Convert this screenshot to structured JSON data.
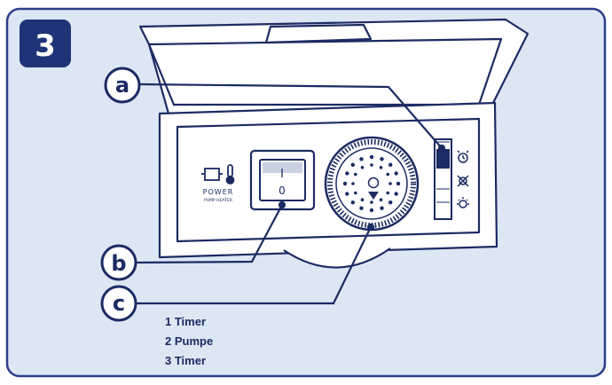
{
  "step": {
    "number": "3"
  },
  "callouts": [
    {
      "letter": "a"
    },
    {
      "letter": "b"
    },
    {
      "letter": "c"
    }
  ],
  "device": {
    "power_label": "POWER",
    "power_sublabel": "PUMP HEATER",
    "switch_on": "I",
    "switch_off": "0"
  },
  "legend": [
    {
      "text": "1 Timer"
    },
    {
      "text": "2 Pumpe"
    },
    {
      "text": "3 Timer"
    }
  ],
  "colors": {
    "panel_bg": "#dde6f3",
    "panel_border": "#2b3f8a",
    "line": "#1c2b63",
    "badge_bg": "#1e3476",
    "badge_text": "#ffffff",
    "device_fill": "#ffffff"
  }
}
